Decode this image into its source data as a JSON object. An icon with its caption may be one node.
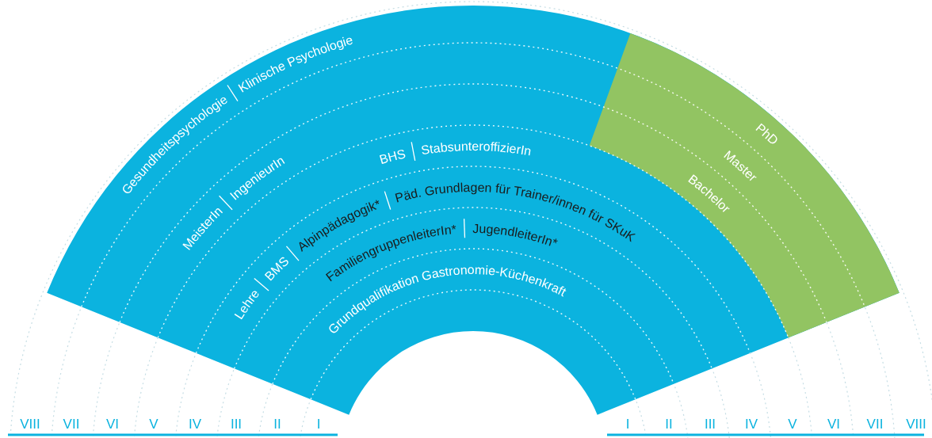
{
  "diagram": {
    "labels": [
      "Gesundheitspsychologie",
      "Klinische Psychologie",
      "PhD",
      "Master",
      "MeisterIn",
      "IngenieurIn",
      "BHS",
      "StabsunteroffizierIn",
      "Bachelor",
      "Lehre",
      "BMS",
      "Alpinpädagogik*",
      "Päd. Grundlagen für Trainer/innen für SKuK",
      "FamiliengruppenleiterIn*",
      "JugendleiterIn*",
      "Grundqualifikation Gastronomie-Küchenkraft",
      "VIII",
      "VII",
      "VI",
      "V",
      "IV",
      "III",
      "II",
      "I",
      "I",
      "II",
      "III",
      "IV",
      "V",
      "VI",
      "VII",
      "VIII"
    ]
  }
}
